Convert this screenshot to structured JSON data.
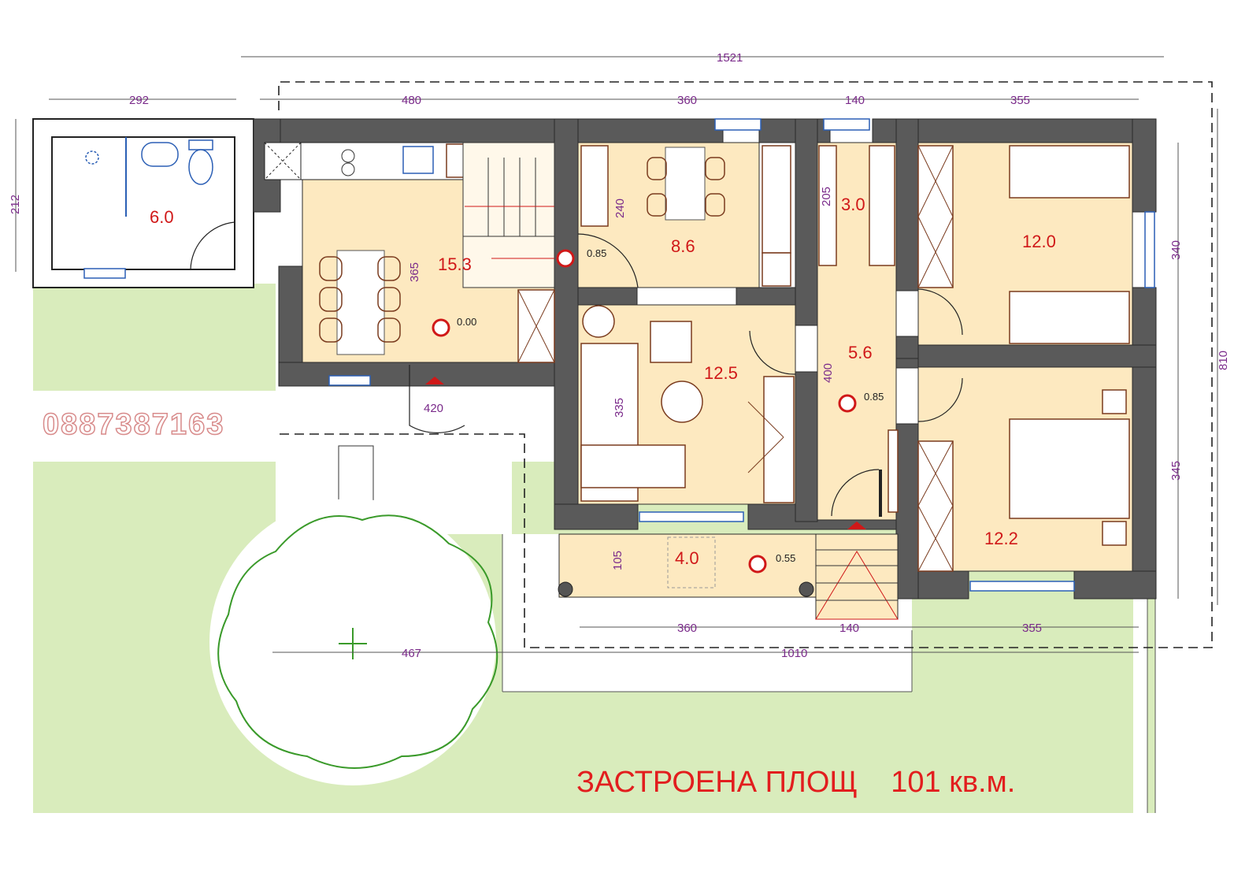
{
  "phone": "0887387163",
  "caption": "ЗАСТРОЕНА ПЛОЩ    101 кв.м.",
  "rooms": {
    "bathroom": "6.0",
    "kitchen_dining": "15.3",
    "dining": "8.6",
    "living": "12.5",
    "storage": "3.0",
    "hall": "5.6",
    "bedroom_1": "12.0",
    "bedroom_2": "12.2",
    "terrace": "4.0"
  },
  "levels": {
    "kitchen": "0.00",
    "stair": "0.85",
    "hall": "0.85",
    "terrace": "0.55"
  },
  "dimensions": {
    "top_total": "1521",
    "top_bath": "292",
    "top_kitchen": "480",
    "top_living": "360",
    "top_hall": "140",
    "top_bedroom": "355",
    "left_bath": "212",
    "kitchen_depth": "365",
    "dining_depth": "240",
    "storage_depth": "205",
    "living_depth": "335",
    "hall_depth": "400",
    "terrace_depth": "105",
    "right_bed1": "340",
    "right_bed2": "345",
    "right_total": "810",
    "entry_width": "420",
    "bottom_living": "360",
    "bottom_hall": "140",
    "bottom_bedroom": "355",
    "bottom_house": "1010",
    "bottom_yard": "467"
  },
  "colors": {
    "wall": "#5a5a5a",
    "floor": "#fde9c0",
    "lawn": "#d9ecbc",
    "area_text": "#d01818",
    "dimension_text": "#7a2a8a",
    "tree": "#3a9a2a",
    "window": "#2b5fb5"
  }
}
